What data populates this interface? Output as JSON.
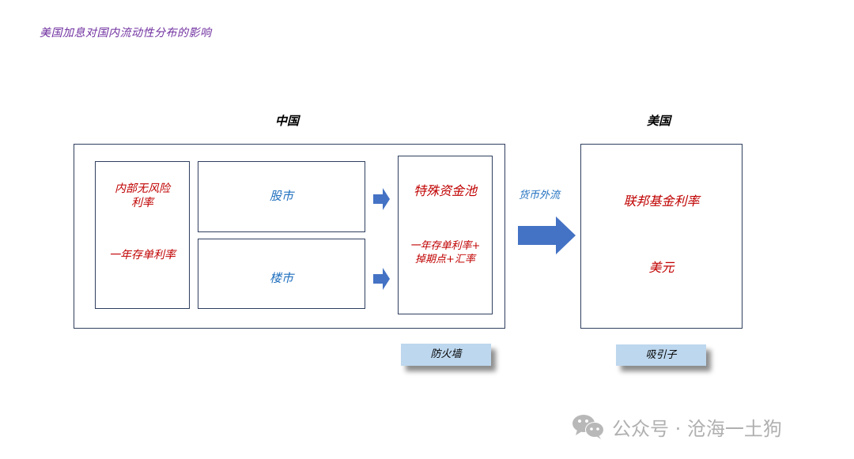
{
  "title": "美国加息对国内流动性分布的影响",
  "regions": {
    "china_label": "中国",
    "us_label": "美国"
  },
  "china": {
    "rates_box": {
      "line1": "内部无风险",
      "line2": "利率",
      "line3": "一年存单利率"
    },
    "stock_market": "股市",
    "property_market": "楼市",
    "special_pool": {
      "title": "特殊资金池",
      "line1": "一年存单利率+",
      "line2": "掉期点+汇率"
    },
    "firewall_tag": "防火墙"
  },
  "flow": {
    "label": "货币外流"
  },
  "us": {
    "fed_rate": "联邦基金利率",
    "usd": "美元",
    "attractor_tag": "吸引子"
  },
  "footer": {
    "icon": "wechat-icon",
    "text": "公众号 · 沧海一土狗"
  },
  "colors": {
    "title": "#7030a0",
    "red_text": "#c00000",
    "blue_text": "#1f6fbf",
    "arrow": "#4472c4",
    "border": "#2f3f5f",
    "tag_bg": "#bdd7ee"
  }
}
